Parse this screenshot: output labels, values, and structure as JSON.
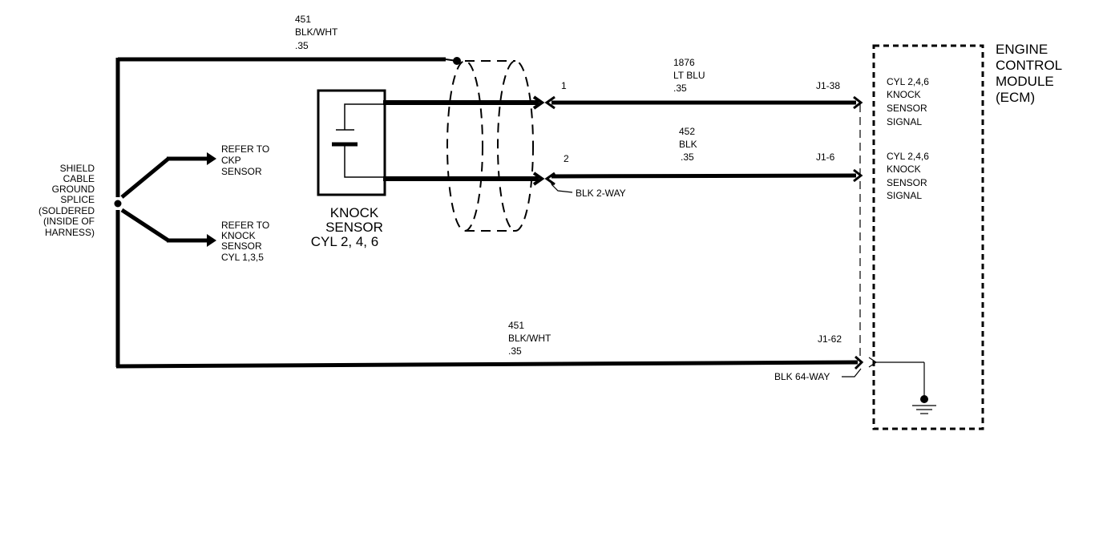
{
  "wires": {
    "top_shield": {
      "circuit": "451",
      "color": "BLK/WHT",
      "gauge": ".35"
    },
    "signal_1": {
      "circuit": "1876",
      "color": "LT BLU",
      "gauge": ".35",
      "pin": "1",
      "ecm_pin": "J1-38"
    },
    "signal_2": {
      "circuit": "452",
      "color": "BLK",
      "gauge": ".35",
      "pin": "2",
      "ecm_pin": "J1-6"
    },
    "bottom_ground": {
      "circuit": "451",
      "color": "BLK/WHT",
      "gauge": ".35",
      "ecm_pin": "J1-62"
    }
  },
  "connectors": {
    "sensor_connector": "BLK 2-WAY",
    "ecm_connector": "BLK 64-WAY"
  },
  "splice": {
    "lines": [
      "SHIELD",
      "CABLE",
      "GROUND",
      "SPLICE",
      "(SOLDERED",
      "(INSIDE OF",
      "HARNESS)"
    ]
  },
  "references": {
    "ckp": [
      "REFER TO",
      "CKP",
      "SENSOR"
    ],
    "knock": [
      "REFER TO",
      "KNOCK",
      "SENSOR",
      "CYL 1,3,5"
    ]
  },
  "knock_sensor": {
    "lines": [
      "KNOCK",
      "SENSOR",
      "CYL 2, 4, 6"
    ]
  },
  "ecm": {
    "lines": [
      "ENGINE",
      "CONTROL",
      "MODULE",
      "(ECM)"
    ],
    "signal_1_lines": [
      "CYL 2,4,6",
      "KNOCK",
      "SENSOR",
      "SIGNAL"
    ],
    "signal_2_lines": [
      "CYL 2,4,6",
      "KNOCK",
      "SENSOR",
      "SIGNAL"
    ]
  }
}
